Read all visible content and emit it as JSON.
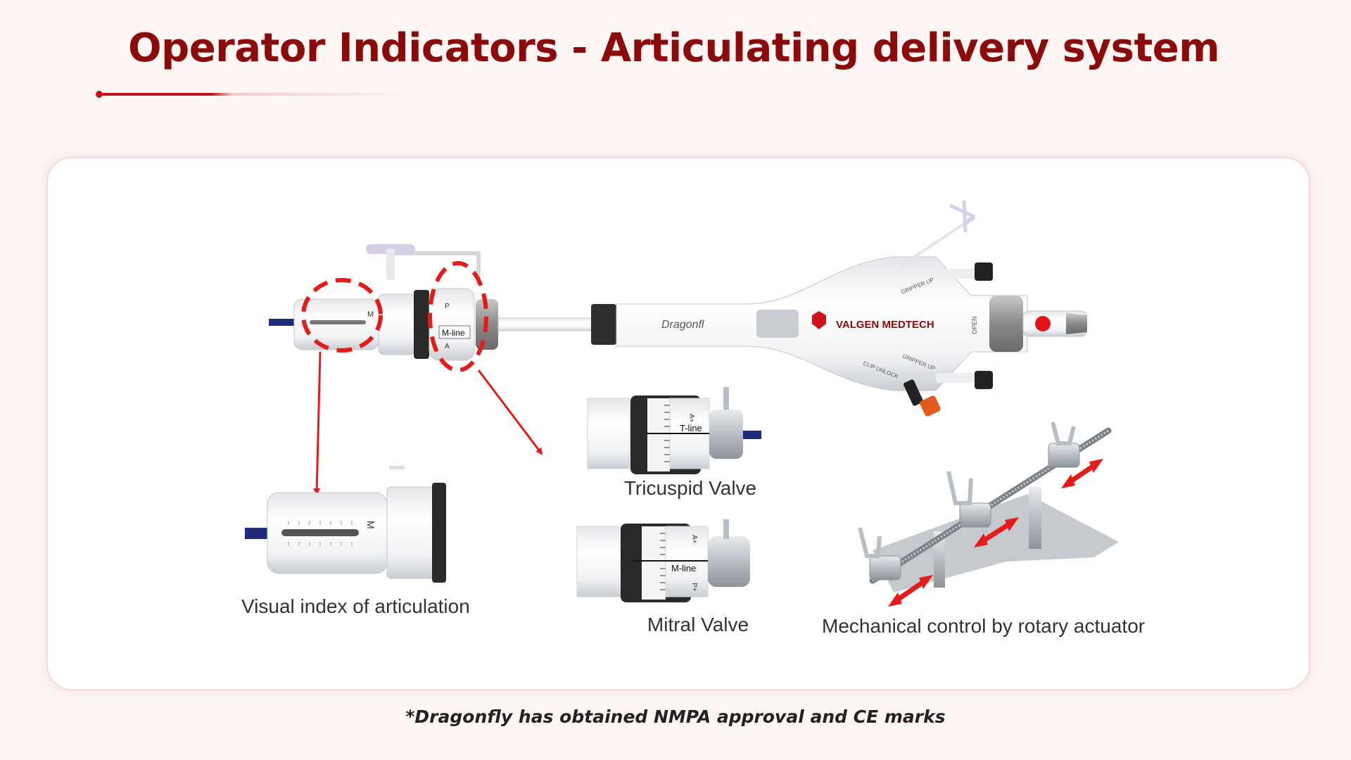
{
  "title": "Operator Indicators - Articulating delivery system",
  "device": {
    "brand_name": "Dragonfl",
    "company": "VALGEN MEDTECH",
    "handle_labels": {
      "gripper_up_top": "GRIPPER UP",
      "gripper_up_bottom": "GRIPPER UP",
      "clip_unlock": "CLIP UNLOCK",
      "open": "OPEN",
      "m_marker": "M",
      "a_marker": "A",
      "p_marker": "P"
    }
  },
  "dials": {
    "main_dial_label": "M-line",
    "tricuspid": {
      "line_label": "T-line",
      "caption": "Tricuspid Valve",
      "plus_label": "A+"
    },
    "mitral": {
      "line_label": "M-line",
      "caption": "Mitral Valve",
      "plus_a_label": "A+",
      "plus_p_label": "P+"
    }
  },
  "captions": {
    "articulation": "Visual index of articulation",
    "mechanical": "Mechanical control by rotary actuator"
  },
  "footnote": "*Dragonfly has obtained NMPA approval and CE marks",
  "colors": {
    "title": "#8b0a0a",
    "accent": "#c0141a",
    "arrow": "#e31b1b"
  }
}
